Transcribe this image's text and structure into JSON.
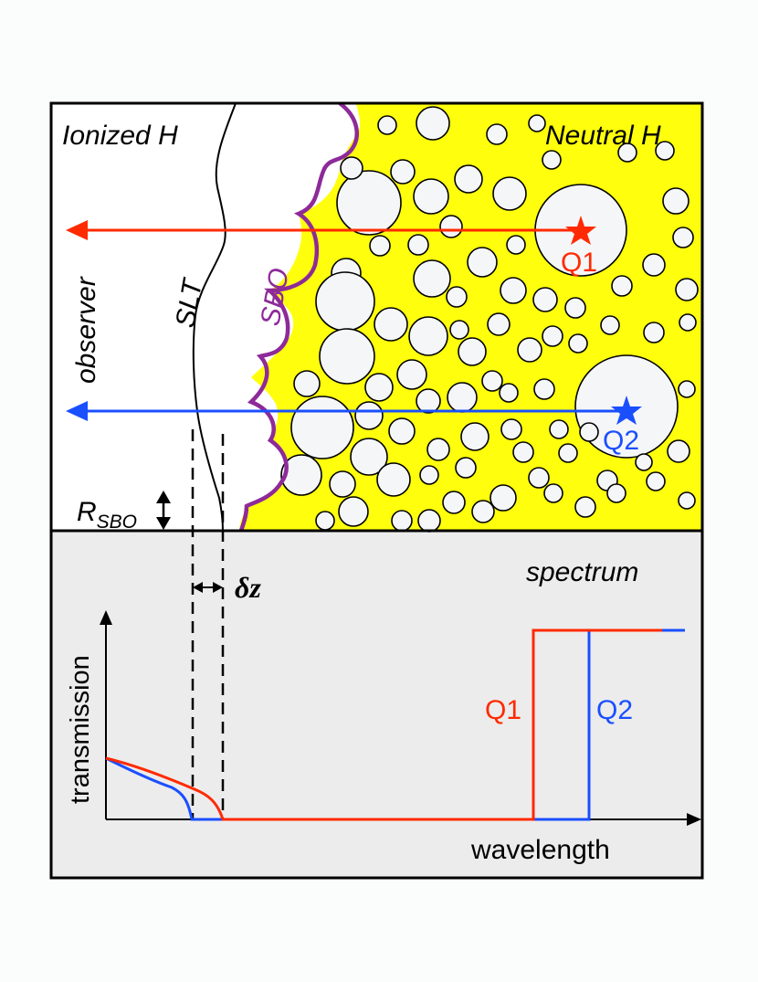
{
  "labels": {
    "ionized": "Ionized H",
    "neutral": "Neutral H",
    "observer": "observer",
    "slt": "SLT",
    "sbo": "SBO",
    "q1": "Q1",
    "q2": "Q2",
    "r_sbo_main": "R",
    "r_sbo_sub": "SBO",
    "delta_z": "δz",
    "spectrum": "spectrum",
    "transmission": "transmission",
    "wavelength": "wavelength",
    "spec_q1": "Q1",
    "spec_q2": "Q2"
  },
  "colors": {
    "neutral_fill": "#ffff0d",
    "bubble_fill": "#f5f6f8",
    "panel_bg": "#ececec",
    "page_bg": "#fbfdfd",
    "q1": "#ff2a00",
    "q2": "#1a4fff",
    "sbo": "#8e2a99",
    "ink": "#000000"
  },
  "icons": {
    "quasar_marker": "star-icon",
    "sightline_end": "arrow-left-icon",
    "scale_marker": "double-arrow-icon"
  }
}
